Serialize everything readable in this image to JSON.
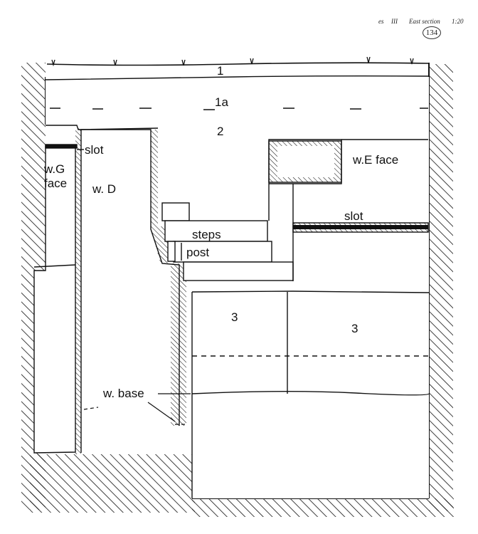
{
  "header": {
    "site_code": "es",
    "trench": "III",
    "view": "East section",
    "scale": "1:20",
    "sheet_number": "134"
  },
  "labels": {
    "layer_1": "1",
    "layer_1a": "1a",
    "layer_2": "2",
    "layer_3_left": "3",
    "layer_3_right": "3",
    "slot_left": "slot",
    "wall_g_face": "w.G face",
    "wall_d": "w. D",
    "wall_e_face": "w.E face",
    "slot_right": "slot",
    "steps": "steps",
    "post": "post",
    "wall_base": "w. base"
  },
  "colors": {
    "ink": "#111111",
    "paper": "#ffffff"
  }
}
